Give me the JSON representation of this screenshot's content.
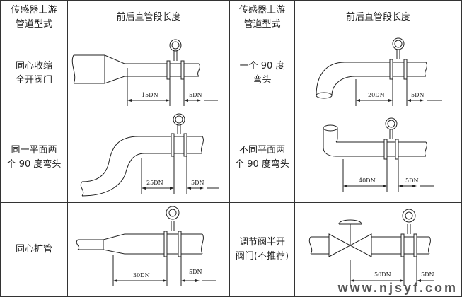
{
  "header": {
    "col1": "传感器上游\n管道型式",
    "col2": "前后直管段长度",
    "col3": "传感器上游\n管道型式",
    "col4": "前后直管段长度"
  },
  "rows": [
    {
      "left_label": "同心收缩\n全开阀门",
      "left_up": "15DN",
      "left_down": "5DN",
      "right_label": "一个 90 度\n弯头",
      "right_up": "20DN",
      "right_down": "5DN"
    },
    {
      "left_label": "同一平面两\n个 90 度弯头",
      "left_up": "25DN",
      "left_down": "5DN",
      "right_label": "不同平面两\n个 90 度弯头",
      "right_up": "40DN",
      "right_down": "5DN"
    },
    {
      "left_label": "同心扩管",
      "left_up": "30DN",
      "left_down": "5DN",
      "right_label": "调节阀半开\n阀门(不推荐)",
      "right_up": "50DN",
      "right_down": "5DN"
    }
  ],
  "watermark": "www.njsyf.com"
}
